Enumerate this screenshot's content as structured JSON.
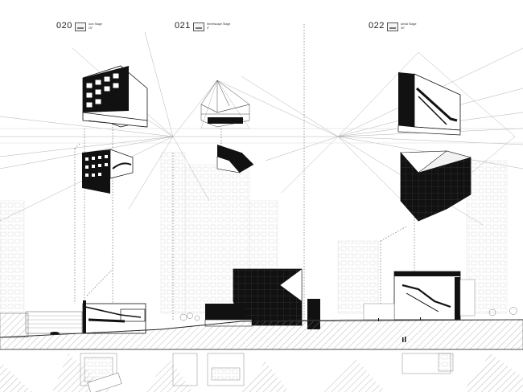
{
  "stages": [
    {
      "number": "020",
      "title": "Icon Stage",
      "angle": "15°",
      "thumb_icon": "stage-thumbnail-icon"
    },
    {
      "number": "021",
      "title": "Streetscape Stage",
      "angle": "0°",
      "thumb_icon": "stage-thumbnail-icon"
    },
    {
      "number": "022",
      "title": "Aerial Stage",
      "angle": "30°",
      "thumb_icon": "stage-thumbnail-icon"
    }
  ],
  "colors": {
    "ink": "#111111",
    "line": "#9a9a9a",
    "faint": "#d2d2d2",
    "ground_hatch": "#8a8a8a",
    "paper": "#ffffff"
  }
}
